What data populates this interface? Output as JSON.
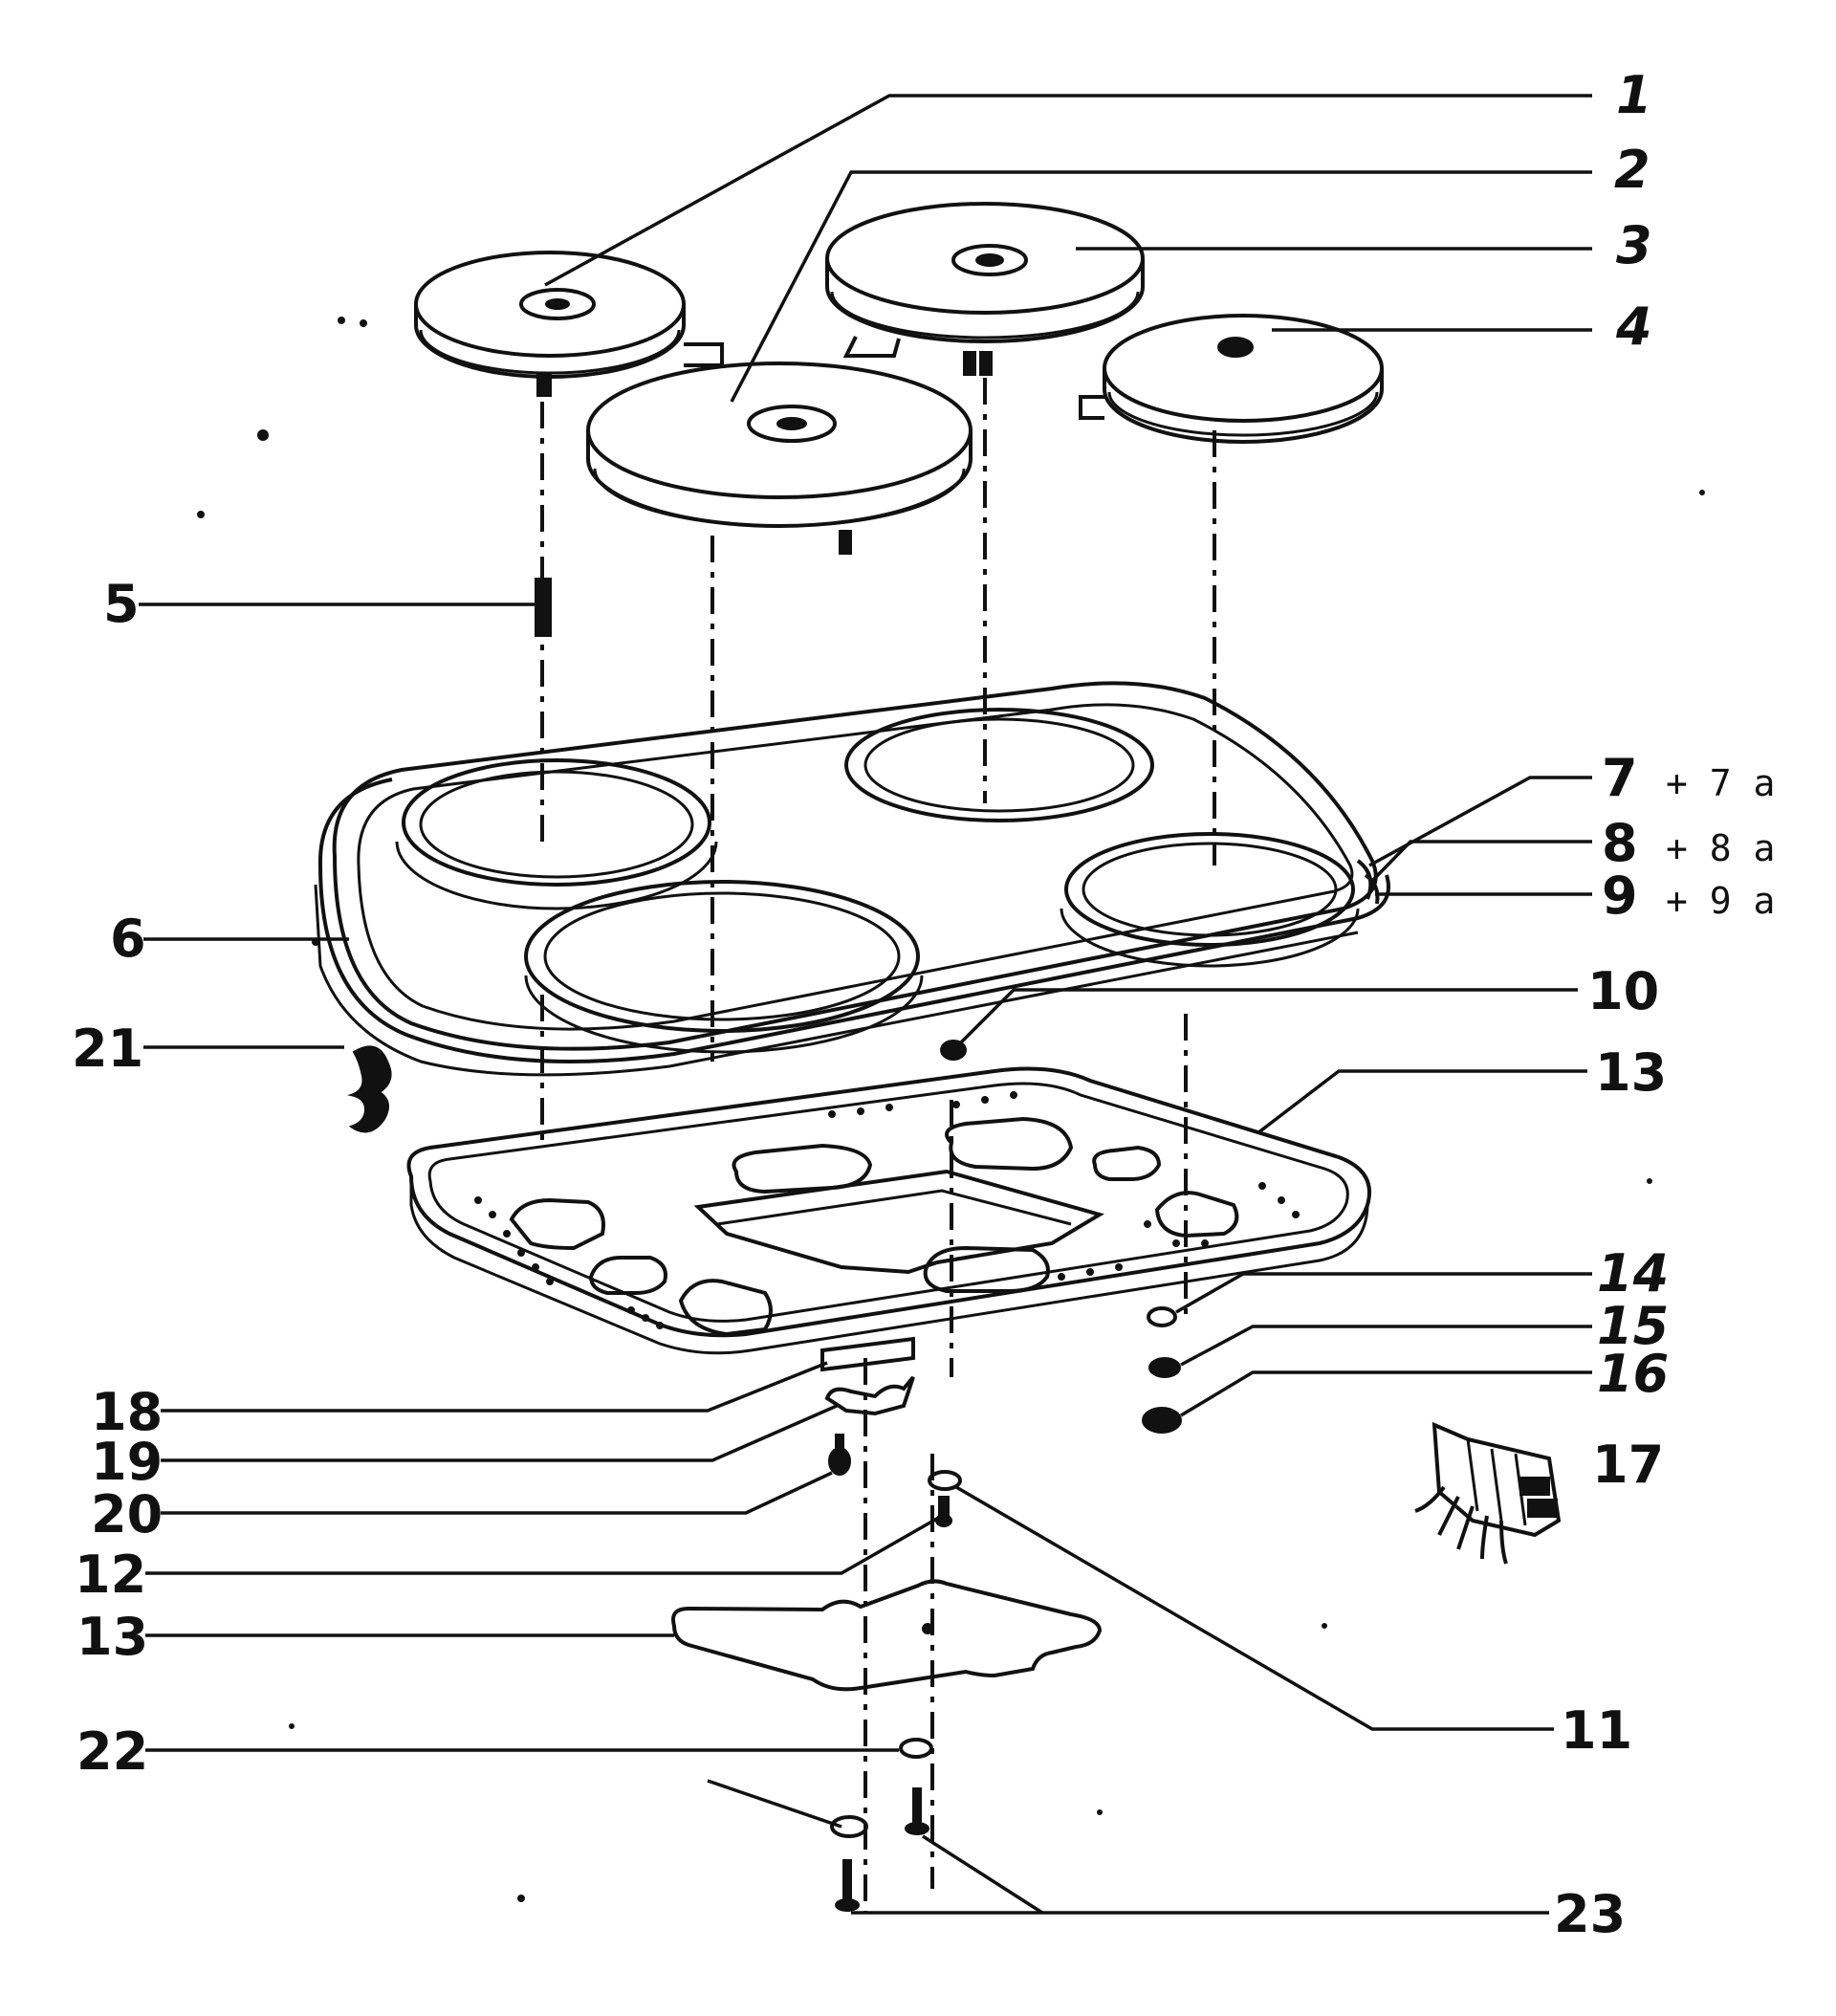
{
  "callouts": [
    {
      "id": "1",
      "text": "1"
    },
    {
      "id": "2",
      "text": "2"
    },
    {
      "id": "3",
      "text": "3"
    },
    {
      "id": "4",
      "text": "4"
    },
    {
      "id": "5",
      "text": "5"
    },
    {
      "id": "6",
      "text": "6"
    },
    {
      "id": "7",
      "text": "7",
      "suffix": "+ 7 a"
    },
    {
      "id": "8",
      "text": "8",
      "suffix": "+ 8 a"
    },
    {
      "id": "9",
      "text": "9",
      "suffix": "+ 9 a"
    },
    {
      "id": "10",
      "text": "10"
    },
    {
      "id": "13a",
      "text": "13"
    },
    {
      "id": "14",
      "text": "14"
    },
    {
      "id": "15",
      "text": "15"
    },
    {
      "id": "16",
      "text": "16"
    },
    {
      "id": "17",
      "text": "17"
    },
    {
      "id": "18",
      "text": "18"
    },
    {
      "id": "19",
      "text": "19"
    },
    {
      "id": "20",
      "text": "20"
    },
    {
      "id": "21",
      "text": "21"
    },
    {
      "id": "12",
      "text": "12"
    },
    {
      "id": "13b",
      "text": "13"
    },
    {
      "id": "11",
      "text": "11"
    },
    {
      "id": "22",
      "text": "22"
    },
    {
      "id": "23",
      "text": "23"
    }
  ]
}
